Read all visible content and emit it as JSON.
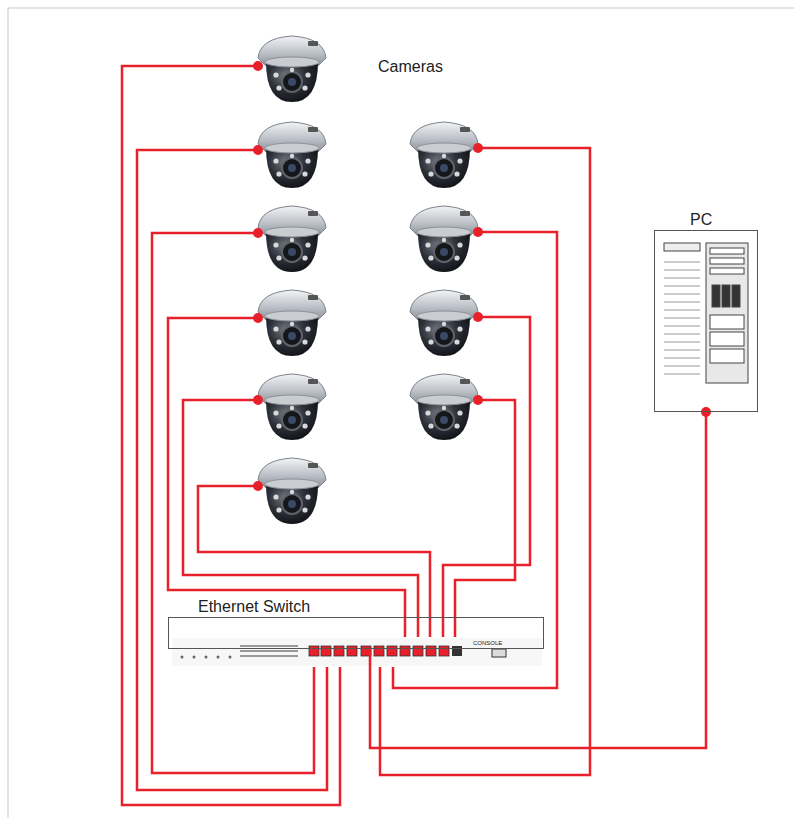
{
  "diagram": {
    "nodes": [
      {
        "text": [
          "Ethernet Switch"
        ]
      },
      {
        "text": [
          "PC"
        ]
      }
    ],
    "edges": [
      {
        "from": 1,
        "to": 0,
        "arrow": "none"
      }
    ],
    "labels": [
      "Cameras",
      "CONSOLE"
    ]
  }
}
